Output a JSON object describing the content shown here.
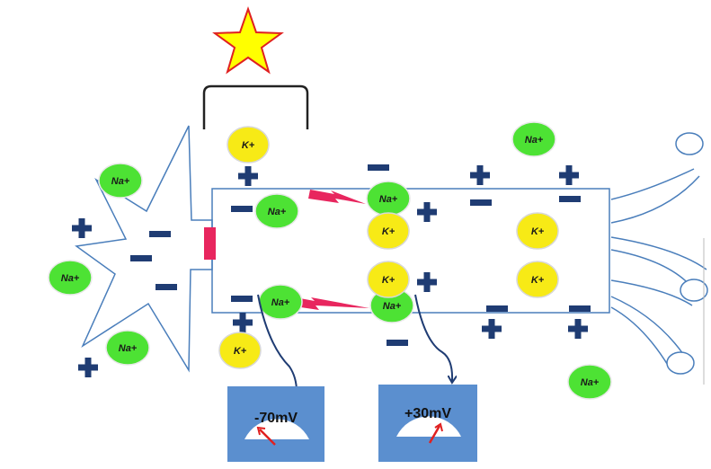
{
  "colors": {
    "sodium": "#4de234",
    "potassium": "#f7ea16",
    "outline": "#4a7ebb",
    "sign": "#1f3c73",
    "pulse": "#e8265e",
    "star_fill": "#ffff00",
    "star_stroke": "#e02020",
    "meter_box": "#5b8fcf",
    "arrow": "#1f3c73"
  },
  "ions": {
    "sodium_label": "Na+",
    "potassium_label": "K+"
  },
  "meters": {
    "resting": {
      "label": "-70mV",
      "needle": "left"
    },
    "action": {
      "label": "+30mV",
      "needle": "right"
    }
  },
  "icons": [
    "star-icon",
    "bracket-icon",
    "lightning-bolt-icon",
    "plus-icon",
    "minus-icon"
  ]
}
